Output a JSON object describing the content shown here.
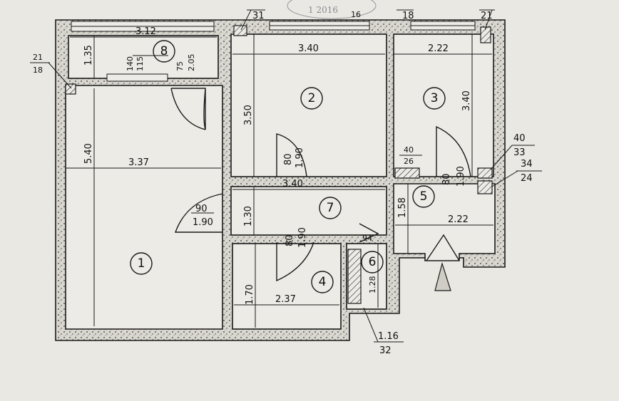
{
  "rooms": [
    {
      "id": "room-1",
      "number": "1"
    },
    {
      "id": "room-2",
      "number": "2"
    },
    {
      "id": "room-3",
      "number": "3"
    },
    {
      "id": "room-4",
      "number": "4"
    },
    {
      "id": "room-5",
      "number": "5"
    },
    {
      "id": "room-6",
      "number": "6"
    },
    {
      "id": "room-7",
      "number": "7"
    },
    {
      "id": "room-8",
      "number": "8"
    }
  ],
  "dimensions": {
    "d_3_12": "3.12",
    "d_1_35": "1.35",
    "d_5_40": "5.40",
    "d_3_37": "3.37",
    "d_3_40_top": "3.40",
    "d_3_50": "3.50",
    "d_2_22_top": "2.22",
    "d_3_40_vert": "3.40",
    "d_3_40_hall": "3.40",
    "d_1_30": "1.30",
    "d_1_58": "1.58",
    "d_2_22_hall": "2.22",
    "d_1_70": "1.70",
    "d_2_37": "2.37",
    "d_1_28": "1.28"
  },
  "fractions": {
    "f_140_115": {
      "top": "140",
      "bottom": "115"
    },
    "f_75_205": {
      "top": "75",
      "bottom": "2.05"
    },
    "f_80_190_r2": {
      "top": "80",
      "bottom": "1.90"
    },
    "f_80_190_r3": {
      "top": "80",
      "bottom": "1.90"
    },
    "f_90_190": {
      "top": "90",
      "bottom": "1.90"
    },
    "f_80_190_r4": {
      "top": "80",
      "bottom": "1.90"
    },
    "f_40_26": {
      "top": "40",
      "bottom": "26"
    },
    "f_40_33": {
      "top": "40",
      "bottom": "33"
    },
    "f_34_24": {
      "top": "34",
      "bottom": "24"
    },
    "f_21_18": {
      "top": "21",
      "bottom": "18"
    },
    "f_116_32": {
      "top": "1.16",
      "bottom": "32"
    },
    "f_94": {
      "top": "94"
    }
  },
  "top_labels": {
    "t_31": "31",
    "t_16": "16",
    "t_18": "18",
    "t_21": "21"
  },
  "stamp_text": "1 2016"
}
